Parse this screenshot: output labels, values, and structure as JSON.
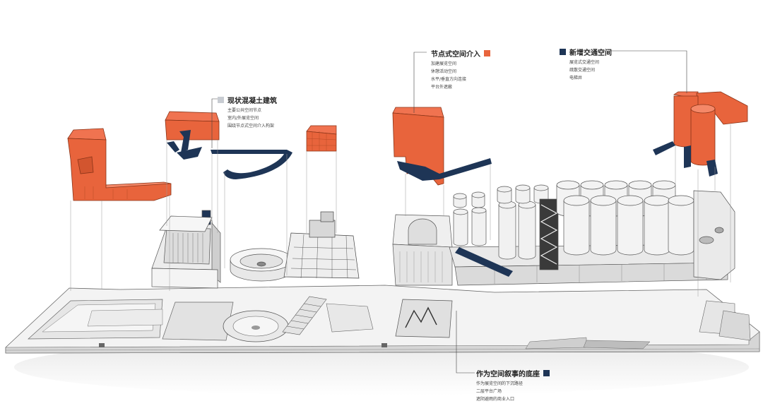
{
  "colors": {
    "orange": "#E8643C",
    "orange_dark": "#B84A27",
    "navy": "#1E3556",
    "gray_square": "#C8CCD2",
    "line": "#555555",
    "light": "#F2F2F2"
  },
  "labels": [
    {
      "id": "concrete",
      "title": "现状混凝土建筑",
      "square": "gray",
      "lines": [
        "主要公共空间节点",
        "室内/外展览空间",
        "围绕节点式空间介入构架"
      ]
    },
    {
      "id": "nodes",
      "title": "节点式空间介入",
      "square": "orange",
      "lines": [
        "加建展览空间",
        "休憩活动空间",
        "水平/垂直方向连接",
        "平台外遮蔽"
      ]
    },
    {
      "id": "traffic",
      "title": "新增交通空间",
      "square": "navy",
      "lines": [
        "展览式交通空间",
        "疏散交通空间",
        "电梯井"
      ]
    },
    {
      "id": "base",
      "title": "作为空间叙事的底座",
      "square": "navy",
      "lines": [
        "作为展览空间的下沉路径",
        "二层平台广场",
        "遮阴避雨的商业入口"
      ]
    }
  ]
}
